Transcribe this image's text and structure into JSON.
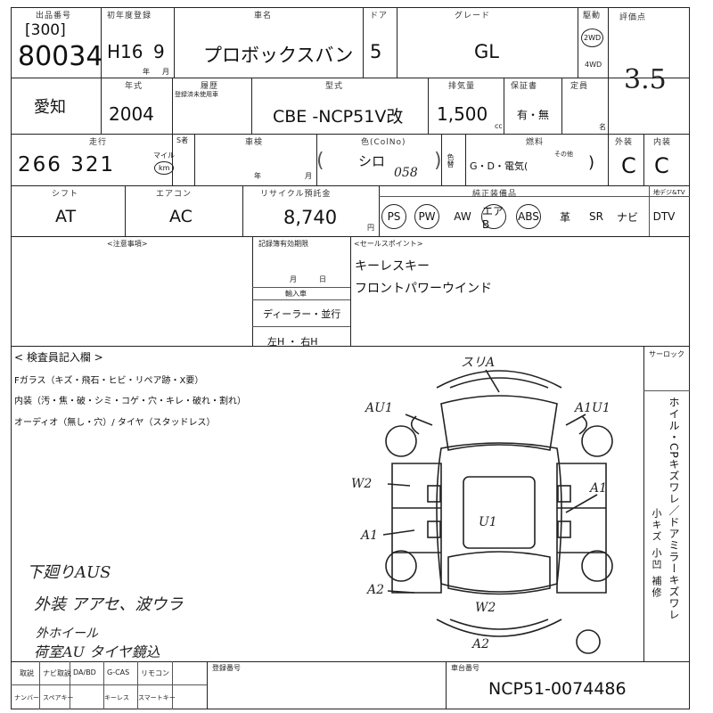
{
  "header": {
    "lot_label": "出品番号",
    "lot_code": "[300]",
    "lot_number": "80034",
    "first_reg_label": "初年度登録",
    "first_reg_era": "H16",
    "first_reg_month": "9",
    "nen": "年",
    "tsuki": "月",
    "car_name_label": "車名",
    "car_name": "プロボックスバン",
    "door_label": "ドア",
    "doors": "5",
    "grade_label": "グレード",
    "grade": "GL",
    "drive_label": "駆動",
    "drive_2wd": "2WD",
    "drive_4wd": "4WD",
    "score_label": "評価点",
    "score": "3.5"
  },
  "row2": {
    "region": "愛知",
    "year_label": "年式",
    "year": "2004",
    "history_label": "履歴",
    "history_sub": "登録済未使用車",
    "model_label": "型式",
    "model": "CBE -NCP51V改",
    "cc_label": "排気量",
    "cc": "1,500",
    "cc_unit": "cc",
    "warranty_label": "保証書",
    "warranty": "有・無",
    "capacity_label": "定員",
    "capacity_unit": "名"
  },
  "row3": {
    "mileage_label": "走行",
    "mileage": "266 321",
    "mile_unit": "マイル",
    "km_unit": "km",
    "exchange_label": "S者",
    "inspection_label": "車検",
    "inspection_year": "年",
    "inspection_month": "月",
    "color_label": "色(ColNo)",
    "color": "シロ",
    "color_code": "058",
    "color_change_label": "色替",
    "fuel_label": "燃料",
    "fuel": "G・D・電気(",
    "fuel_other": "その他",
    "fuel_close": ")",
    "exterior_label": "外装",
    "exterior": "C",
    "interior_label": "内装",
    "interior": "C"
  },
  "row4": {
    "shift_label": "シフト",
    "shift": "AT",
    "aircon_label": "エアコン",
    "aircon": "AC",
    "recycle_label": "リサイクル預託金",
    "recycle": "8,740",
    "recycle_unit": "円",
    "equipment_label": "純正装備品",
    "equipment": [
      "PS",
      "PW",
      "AW",
      "エアB",
      "ABS",
      "革",
      "SR",
      "ナビ",
      "DTV"
    ],
    "equipment_circled": [
      true,
      true,
      false,
      true,
      true,
      false,
      false,
      false,
      false
    ],
    "dtv_label": "地デジ&TV"
  },
  "row5": {
    "notes_label": "<注意事項>",
    "record_label": "記録簿有効期限",
    "record_month": "月",
    "record_day": "日",
    "import_label": "輸入車",
    "import_type": "ディーラー・並行",
    "handle": "左H ・ 右H",
    "sales_label": "<セールスポイント>",
    "sales_points": [
      "キーレスキー",
      "フロントパワーウインド"
    ]
  },
  "inspection": {
    "title": "< 検査員記入欄 >",
    "line1": "Fガラス（キズ・飛石・ヒビ・リペア跡・X要）",
    "line2": "内装（汚・焦・破・シミ・コゲ・穴・キレ・破れ・割れ）",
    "line3": "オーディオ（無し・穴）/ タイヤ（スタッドレス）",
    "sunroof_label": "サーロック",
    "side_text": "ホイル・CPキズワレ／ドアミラーキズワレ",
    "side_small": "小キズ 小凹 補修",
    "handwritten": [
      "下廻りAUS",
      "外装 アアセ、波ウラ",
      "外ホイール",
      "荷室AU  タイヤ鏡込"
    ]
  },
  "diagram": {
    "marks": [
      "スリA",
      "AU1",
      "A1U1",
      "W2",
      "A1",
      "U1",
      "A1",
      "A2",
      "W2",
      "A2"
    ]
  },
  "footer": {
    "options": [
      "取説",
      "ナビ取説",
      "DA/BD",
      "G-CAS",
      "リモコン"
    ],
    "options2": [
      "ナンバー",
      "スペアキー",
      "キーレス",
      "スマートキー"
    ],
    "reg_number_label": "登録番号",
    "chassis_label": "車台番号",
    "chassis": "NCP51-0074486"
  }
}
